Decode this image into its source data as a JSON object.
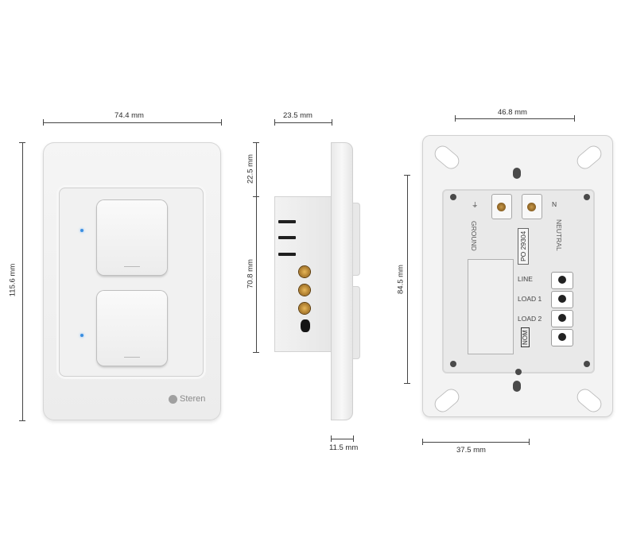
{
  "dimensions": {
    "front_width": "74.4 mm",
    "front_height": "115.6 mm",
    "side_depth_top": "23.5 mm",
    "side_upper_height": "22.5 mm",
    "side_body_height": "70.8 mm",
    "side_plate_thickness": "11.5 mm",
    "back_top_width": "46.8 mm",
    "back_height": "84.5 mm",
    "back_bottom_width": "37.5 mm"
  },
  "brand": {
    "name": "Steren"
  },
  "back_labels": {
    "ground": "GROUND",
    "neutral": "NEUTRAL",
    "line": "LINE",
    "load1": "LOAD 1",
    "load2": "LOAD 2",
    "po": "PO 29304",
    "nom": "NOM",
    "symbol_ground": "⏚",
    "symbol_neutral": "N"
  },
  "colors": {
    "led": "#3b8fe0",
    "screw": "#c99a4a"
  }
}
